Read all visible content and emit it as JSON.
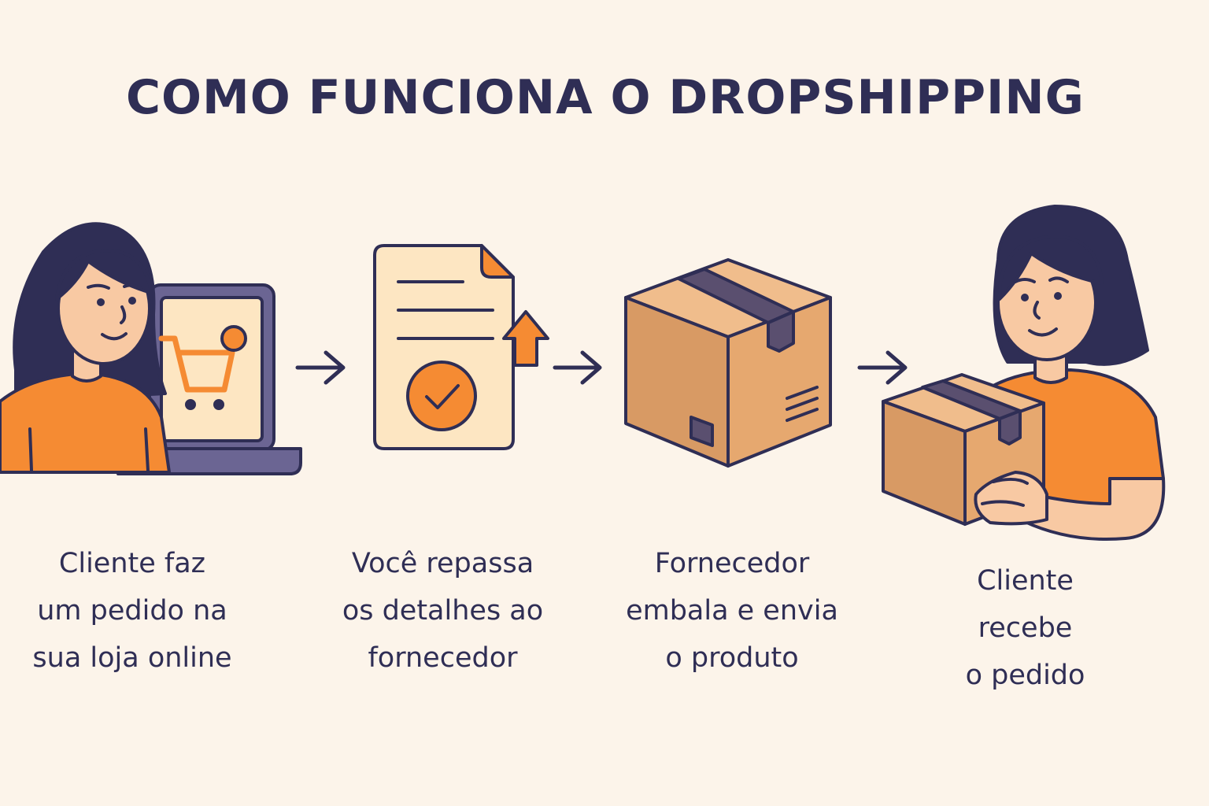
{
  "title": "COMO FUNCIONA O DROPSHIPPING",
  "colors": {
    "background": "#fcf4ea",
    "ink": "#2f2e55",
    "orange": "#f58b33",
    "skin": "#f8c9a3",
    "box": "#e3a46f",
    "document": "#fde6c2",
    "laptop": "#6b6593"
  },
  "steps": [
    {
      "icon": "customer-laptop-cart-icon",
      "caption": [
        "Cliente faz",
        "um pedido na",
        "sua loja online"
      ]
    },
    {
      "icon": "document-check-upload-icon",
      "caption": [
        "Você repassa",
        "os detalhes ao",
        "fornecedor"
      ]
    },
    {
      "icon": "cardboard-box-icon",
      "caption": [
        "Fornecedor",
        "embala e envia",
        "o produto"
      ]
    },
    {
      "icon": "customer-holding-box-icon",
      "caption": [
        "Cliente",
        "recebe",
        "o pedido"
      ]
    }
  ],
  "connectors": [
    "arrow-right-icon",
    "arrow-right-icon",
    "arrow-right-icon"
  ]
}
